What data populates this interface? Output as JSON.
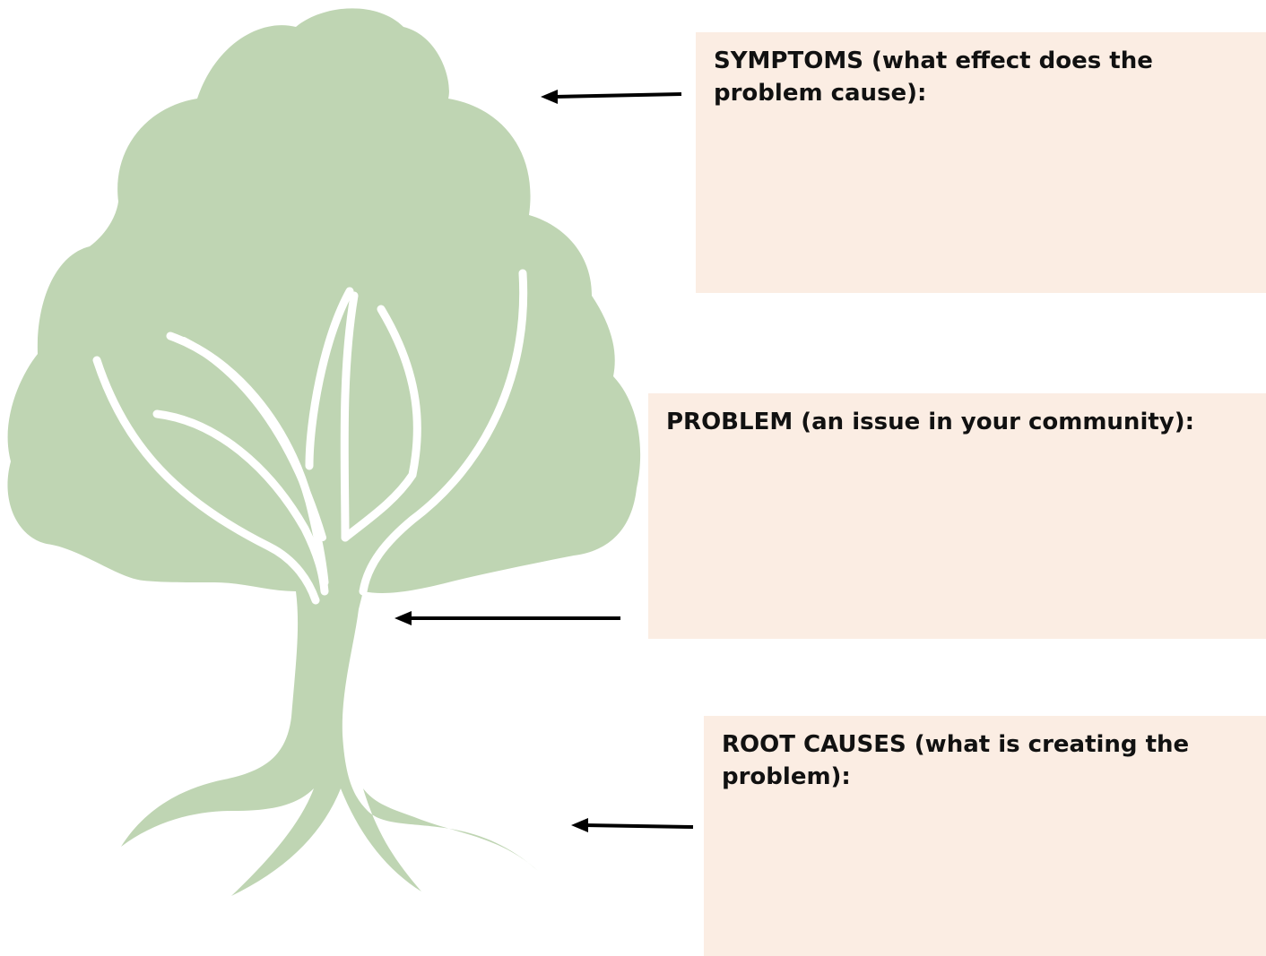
{
  "colors": {
    "tree": "#bfd5b3",
    "box_fill": "#fbede3",
    "text": "#111111",
    "arrow": "#000000"
  },
  "symptoms": {
    "label": "SYMPTOMS (what effect does the problem cause):"
  },
  "problem": {
    "label": "PROBLEM (an issue in your community):"
  },
  "root_causes": {
    "label": "ROOT CAUSES (what is creating the problem):"
  }
}
